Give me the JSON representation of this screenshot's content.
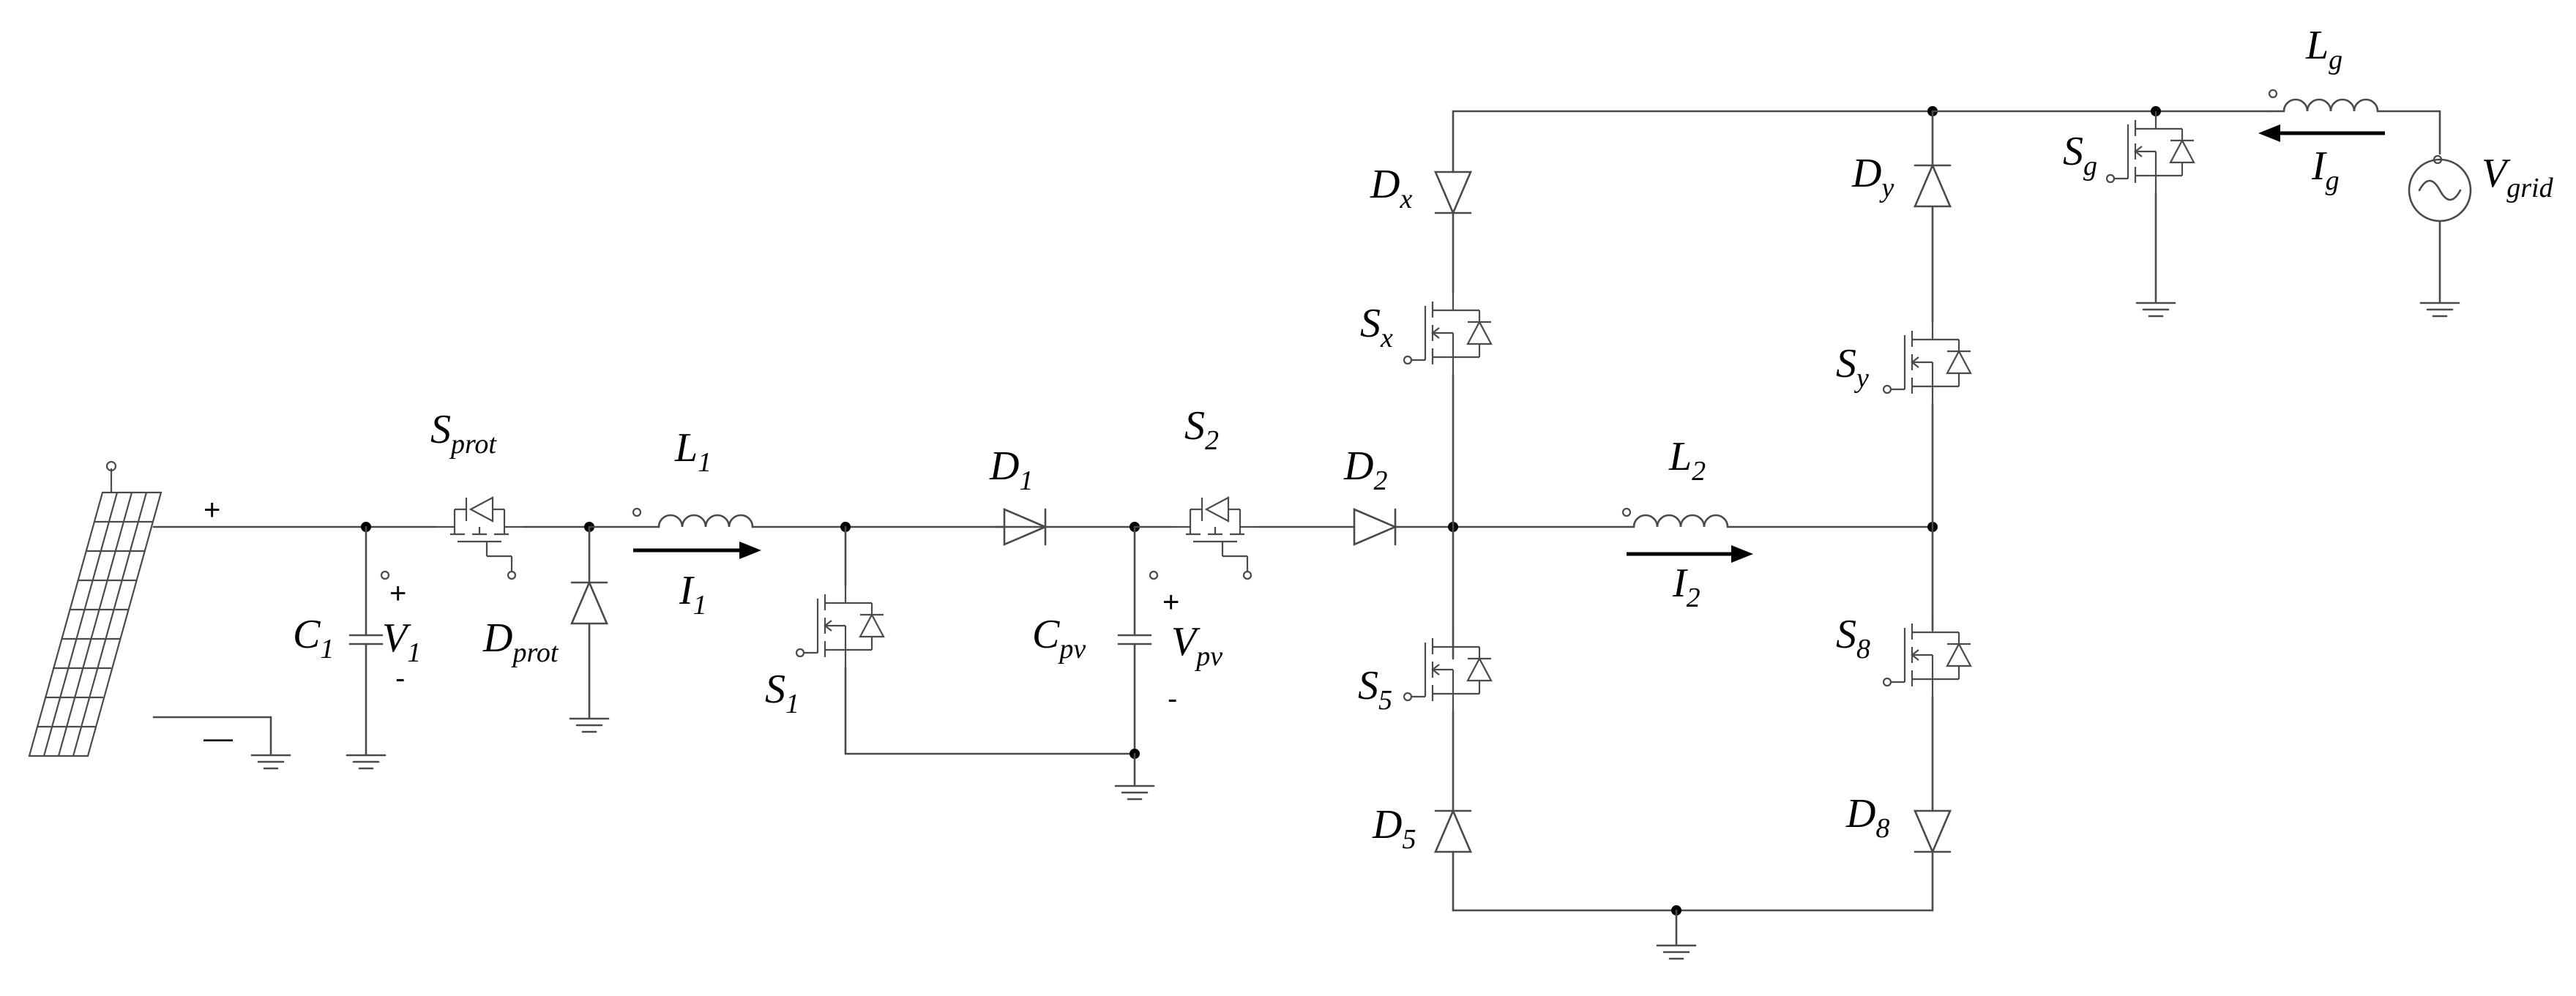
{
  "labels": {
    "s_prot": {
      "main": "S",
      "sub": "prot"
    },
    "l1": {
      "main": "L",
      "sub": "1"
    },
    "i1": {
      "main": "I",
      "sub": "1"
    },
    "d1": {
      "main": "D",
      "sub": "1"
    },
    "s2": {
      "main": "S",
      "sub": "2"
    },
    "d2": {
      "main": "D",
      "sub": "2"
    },
    "l2": {
      "main": "L",
      "sub": "2"
    },
    "i2": {
      "main": "I",
      "sub": "2"
    },
    "c1": {
      "main": "C",
      "sub": "1"
    },
    "v1": {
      "main": "V",
      "sub": "1"
    },
    "d_prot": {
      "main": "D",
      "sub": "prot"
    },
    "s1": {
      "main": "S",
      "sub": "1"
    },
    "c_pv": {
      "main": "C",
      "sub": "pv"
    },
    "v_pv": {
      "main": "V",
      "sub": "pv"
    },
    "dx": {
      "main": "D",
      "sub": "x"
    },
    "sx": {
      "main": "S",
      "sub": "x"
    },
    "s5": {
      "main": "S",
      "sub": "5"
    },
    "d5": {
      "main": "D",
      "sub": "5"
    },
    "dy": {
      "main": "D",
      "sub": "y"
    },
    "sy": {
      "main": "S",
      "sub": "y"
    },
    "s8": {
      "main": "S",
      "sub": "8"
    },
    "d8": {
      "main": "D",
      "sub": "8"
    },
    "sg": {
      "main": "S",
      "sub": "g"
    },
    "lg": {
      "main": "L",
      "sub": "g"
    },
    "ig": {
      "main": "I",
      "sub": "g"
    },
    "vgrid": {
      "main": "V",
      "sub": "grid"
    }
  },
  "signs": {
    "pv_plus": "+",
    "pv_minus": "—",
    "v1_plus": "+",
    "v1_minus": "-",
    "vpv_plus": "+",
    "vpv_minus": "-"
  }
}
